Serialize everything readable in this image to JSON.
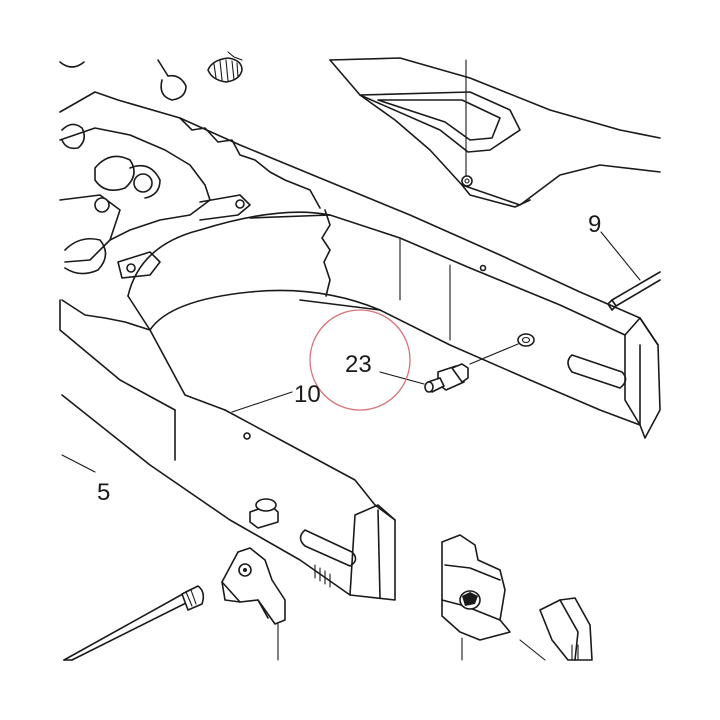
{
  "diagram": {
    "callouts": [
      {
        "id": "c23",
        "label": "23",
        "highlighted": true
      },
      {
        "id": "c10",
        "label": "10",
        "highlighted": false
      },
      {
        "id": "c9",
        "label": "9",
        "highlighted": false
      },
      {
        "id": "c5",
        "label": "5",
        "highlighted": false
      }
    ],
    "highlight_color": "#d9737a",
    "line_color": "#1a1a1a"
  }
}
